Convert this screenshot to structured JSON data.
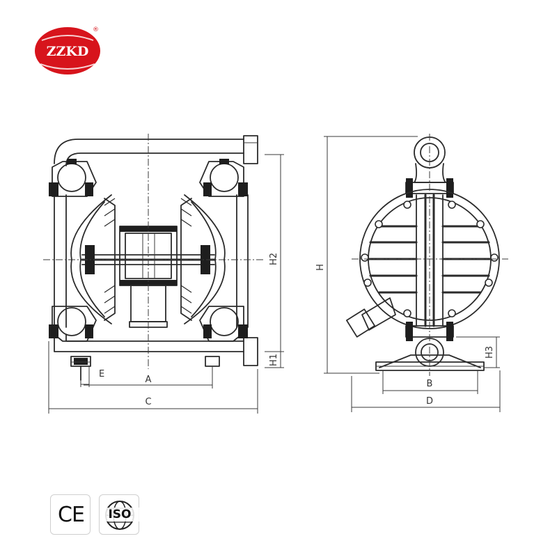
{
  "brand": {
    "name": "ZZKD",
    "registered": "®",
    "color": "#d7141c"
  },
  "dimensions": {
    "A": "A",
    "B": "B",
    "C": "C",
    "D": "D",
    "E": "E",
    "H": "H",
    "H1": "H1",
    "H2": "H2",
    "H3": "H3"
  },
  "badges": {
    "ce": "CE",
    "iso": "ISO"
  }
}
